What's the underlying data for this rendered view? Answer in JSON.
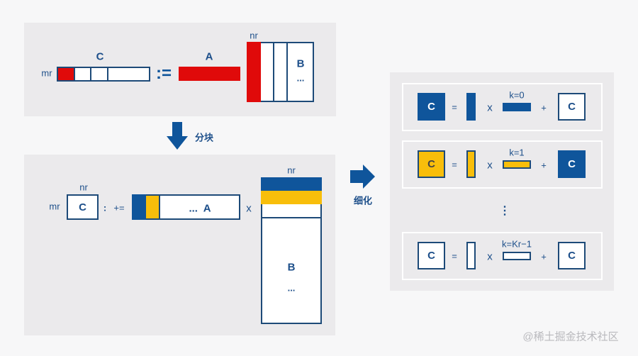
{
  "top": {
    "c_label": "C",
    "mr": "mr",
    "assign": ":=",
    "a_label": "A",
    "nr": "nr",
    "b_label": "B",
    "b_dots": "..."
  },
  "step1": {
    "label": "分块"
  },
  "bottom": {
    "nr_c": "nr",
    "mr": "mr",
    "c_label": "C",
    "colon": ":",
    "plus_eq": "+=",
    "a_label": "...  A",
    "times": "x",
    "nr_b": "nr",
    "b_label": "B",
    "b_dots": "..."
  },
  "step2": {
    "label": "细化"
  },
  "right": {
    "rows": [
      {
        "c_out": "C",
        "eq": "=",
        "times": "x",
        "k": "k=0",
        "plus": "+",
        "c_in": "C"
      },
      {
        "c_out": "C",
        "eq": "=",
        "times": "x",
        "k": "k=1",
        "plus": "+",
        "c_in": "C"
      },
      {
        "c_out": "C",
        "eq": "=",
        "times": "x",
        "k": "k=Kr−1",
        "plus": "+",
        "c_in": "C"
      }
    ],
    "vdots": "⋮"
  },
  "watermark": "@稀土掘金技术社区",
  "colors": {
    "blue": "#0f559b",
    "yellow": "#f8be0b",
    "red": "#e00a0a"
  }
}
